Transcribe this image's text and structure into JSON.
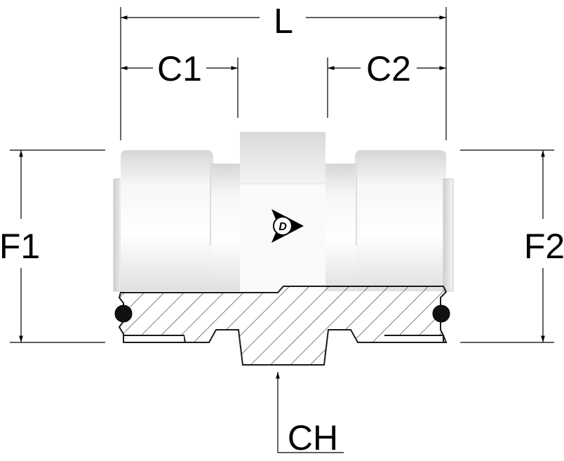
{
  "dimensions": {
    "length_label": "L",
    "c1_label": "C1",
    "c2_label": "C2",
    "f1_label": "F1",
    "f2_label": "F2",
    "ch_label": "CH"
  },
  "logo": {
    "letter": "D",
    "name": "dunlop-logo"
  },
  "colors": {
    "line": "#000000",
    "body_light": "#f2f2f2",
    "body_shade": "#d4d4d4",
    "hatch": "#3a3a3a"
  }
}
